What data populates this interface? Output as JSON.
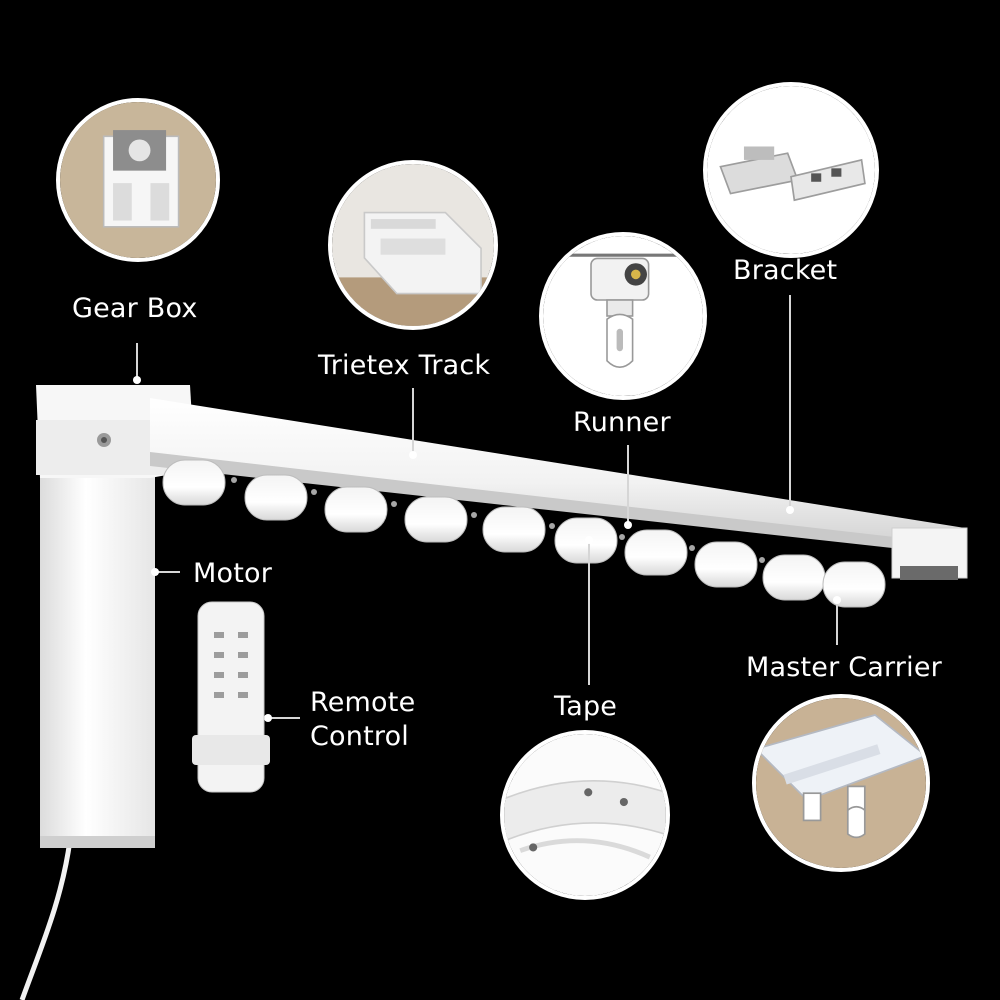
{
  "labels": {
    "gear_box": "Gear Box",
    "trietex_track": "Trietex Track",
    "runner": "Runner",
    "bracket": "Bracket",
    "motor": "Motor",
    "remote_control_line1": "Remote",
    "remote_control_line2": "Control",
    "tape": "Tape",
    "master_carrier": "Master Carrier"
  },
  "colors": {
    "background": "#000000",
    "product": "#ffffff",
    "leader": "#cfcfcf"
  }
}
